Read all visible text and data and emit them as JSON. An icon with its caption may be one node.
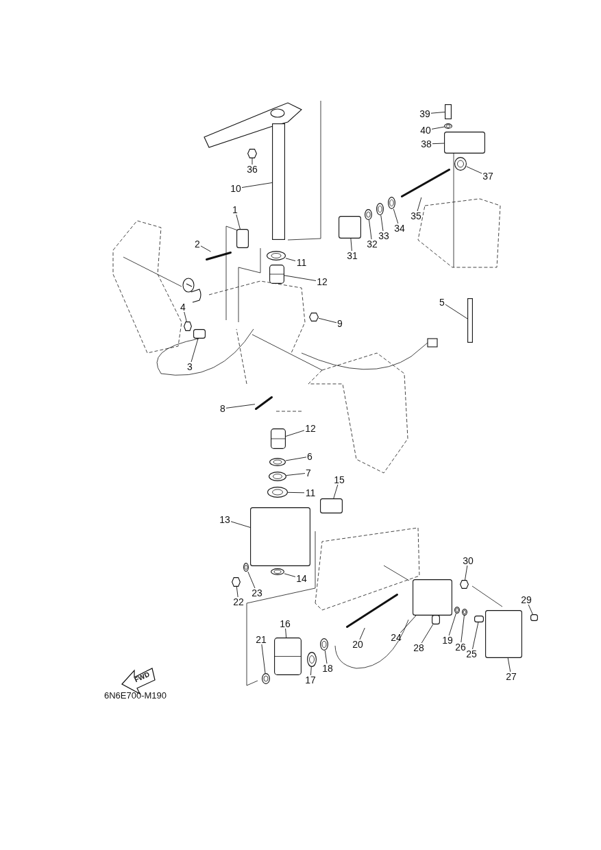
{
  "diagram": {
    "nodes": [
      {
        "text": [
          "39"
        ]
      },
      {
        "text": [
          "40"
        ]
      },
      {
        "text": [
          "38"
        ]
      },
      {
        "text": [
          "36"
        ]
      },
      {
        "text": [
          "37"
        ]
      },
      {
        "text": [
          "10"
        ]
      },
      {
        "text": [
          "35"
        ]
      },
      {
        "text": [
          "1"
        ]
      },
      {
        "text": [
          "34"
        ]
      },
      {
        "text": [
          "33"
        ]
      },
      {
        "text": [
          "2"
        ]
      },
      {
        "text": [
          "32"
        ]
      },
      {
        "text": [
          "31"
        ]
      },
      {
        "text": [
          "11"
        ]
      },
      {
        "text": [
          "12"
        ]
      },
      {
        "text": [
          "5"
        ]
      },
      {
        "text": [
          "4"
        ]
      },
      {
        "text": [
          "9"
        ]
      },
      {
        "text": [
          "3"
        ]
      },
      {
        "text": [
          "8"
        ]
      },
      {
        "text": [
          "12"
        ]
      },
      {
        "text": [
          "6"
        ]
      },
      {
        "text": [
          "7"
        ]
      },
      {
        "text": [
          "15"
        ]
      },
      {
        "text": [
          "11"
        ]
      },
      {
        "text": [
          "13"
        ]
      },
      {
        "text": [
          "30"
        ]
      },
      {
        "text": [
          "14"
        ]
      },
      {
        "text": [
          "23"
        ]
      },
      {
        "text": [
          "22"
        ]
      },
      {
        "text": [
          "29"
        ]
      },
      {
        "text": [
          "16"
        ]
      },
      {
        "text": [
          "20"
        ]
      },
      {
        "text": [
          "24"
        ]
      },
      {
        "text": [
          "21"
        ]
      },
      {
        "text": [
          "19"
        ]
      },
      {
        "text": [
          "28"
        ]
      },
      {
        "text": [
          "26"
        ]
      },
      {
        "text": [
          "25"
        ]
      },
      {
        "text": [
          "27"
        ]
      },
      {
        "text": [
          "18"
        ]
      },
      {
        "text": [
          "17"
        ]
      },
      {
        "text": [],
        "shape": "bar"
      },
      {
        "text": [],
        "shape": "circle"
      },
      {
        "text": [],
        "shape": "box"
      },
      {
        "text": [],
        "shape": "hexagon"
      },
      {
        "text": [],
        "shape": "circle"
      },
      {
        "text": [],
        "shape": "bar"
      },
      {
        "text": [],
        "shape": "rod"
      },
      {
        "text": [],
        "shape": "box"
      },
      {
        "text": [],
        "shape": "circle"
      },
      {
        "text": [],
        "shape": "circle"
      },
      {
        "text": [],
        "shape": "rod"
      },
      {
        "text": [],
        "shape": "circle"
      },
      {
        "text": [],
        "shape": "box"
      },
      {
        "text": [],
        "shape": "circle"
      },
      {
        "text": [],
        "shape": "cylinder"
      },
      {
        "text": [],
        "shape": "bar"
      },
      {
        "text": [],
        "shape": "hexagon"
      },
      {
        "text": [],
        "shape": "hexagon"
      },
      {
        "text": [],
        "shape": "box"
      },
      {
        "text": [],
        "shape": "rod"
      },
      {
        "text": [],
        "shape": "cylinder"
      },
      {
        "text": [],
        "shape": "circle"
      },
      {
        "text": [],
        "shape": "circle"
      },
      {
        "text": [],
        "shape": "box"
      },
      {
        "text": [],
        "shape": "circle"
      },
      {
        "text": [],
        "shape": "box"
      },
      {
        "text": [],
        "shape": "hexagon"
      },
      {
        "text": [],
        "shape": "circle"
      },
      {
        "text": [],
        "shape": "circle"
      },
      {
        "text": [],
        "shape": "hexagon"
      },
      {
        "text": [],
        "shape": "box"
      },
      {
        "text": [],
        "shape": "cylinder"
      },
      {
        "text": [],
        "shape": "rod"
      },
      {
        "text": [],
        "shape": "box"
      },
      {
        "text": [],
        "shape": "circle"
      },
      {
        "text": [],
        "shape": "circle"
      },
      {
        "text": [],
        "shape": "box"
      },
      {
        "text": [],
        "shape": "circle"
      },
      {
        "text": [],
        "shape": "box"
      },
      {
        "text": [],
        "shape": "box"
      },
      {
        "text": [],
        "shape": "circle"
      },
      {
        "text": [],
        "shape": "circle"
      }
    ],
    "edges": [
      {
        "from": 0,
        "to": 42,
        "arrow": "none"
      },
      {
        "from": 1,
        "to": 43,
        "arrow": "none"
      },
      {
        "from": 2,
        "to": 44,
        "arrow": "none"
      },
      {
        "from": 3,
        "to": 45,
        "arrow": "none"
      },
      {
        "from": 4,
        "to": 46,
        "arrow": "none"
      },
      {
        "from": 5,
        "to": 47,
        "arrow": "none"
      },
      {
        "from": 6,
        "to": 48,
        "arrow": "none"
      },
      {
        "from": 7,
        "to": 49,
        "arrow": "none"
      },
      {
        "from": 8,
        "to": 50,
        "arrow": "none"
      },
      {
        "from": 9,
        "to": 51,
        "arrow": "none"
      },
      {
        "from": 10,
        "to": 52,
        "arrow": "none"
      },
      {
        "from": 11,
        "to": 53,
        "arrow": "none"
      },
      {
        "from": 12,
        "to": 54,
        "arrow": "none"
      },
      {
        "from": 13,
        "to": 55,
        "arrow": "none"
      },
      {
        "from": 14,
        "to": 56,
        "arrow": "none"
      },
      {
        "from": 15,
        "to": 57,
        "arrow": "none"
      },
      {
        "from": 16,
        "to": 58,
        "arrow": "none"
      },
      {
        "from": 17,
        "to": 59,
        "arrow": "none"
      },
      {
        "from": 18,
        "to": 60,
        "arrow": "none"
      },
      {
        "from": 19,
        "to": 61,
        "arrow": "none"
      },
      {
        "from": 20,
        "to": 62,
        "arrow": "none"
      },
      {
        "from": 21,
        "to": 63,
        "arrow": "none"
      },
      {
        "from": 22,
        "to": 64,
        "arrow": "none"
      },
      {
        "from": 23,
        "to": 65,
        "arrow": "none"
      },
      {
        "from": 24,
        "to": 66,
        "arrow": "none"
      },
      {
        "from": 25,
        "to": 67,
        "arrow": "none"
      },
      {
        "from": 26,
        "to": 68,
        "arrow": "none"
      },
      {
        "from": 27,
        "to": 69,
        "arrow": "none"
      },
      {
        "from": 28,
        "to": 70,
        "arrow": "none"
      },
      {
        "from": 29,
        "to": 71,
        "arrow": "none"
      },
      {
        "from": 30,
        "to": 72,
        "arrow": "none"
      },
      {
        "from": 31,
        "to": 73,
        "arrow": "none"
      },
      {
        "from": 32,
        "to": 74,
        "arrow": "none"
      },
      {
        "from": 33,
        "to": 75,
        "arrow": "none"
      },
      {
        "from": 34,
        "to": 76,
        "arrow": "none"
      },
      {
        "from": 35,
        "to": 77,
        "arrow": "none"
      },
      {
        "from": 36,
        "to": 78,
        "arrow": "none"
      },
      {
        "from": 37,
        "to": 79,
        "arrow": "none"
      },
      {
        "from": 38,
        "to": 80,
        "arrow": "none"
      },
      {
        "from": 39,
        "to": 81,
        "arrow": "none"
      },
      {
        "from": 40,
        "to": 82,
        "arrow": "none"
      },
      {
        "from": 41,
        "to": 83,
        "arrow": "none"
      }
    ],
    "labels": [
      "FWD",
      "6N6E700-M190"
    ]
  }
}
